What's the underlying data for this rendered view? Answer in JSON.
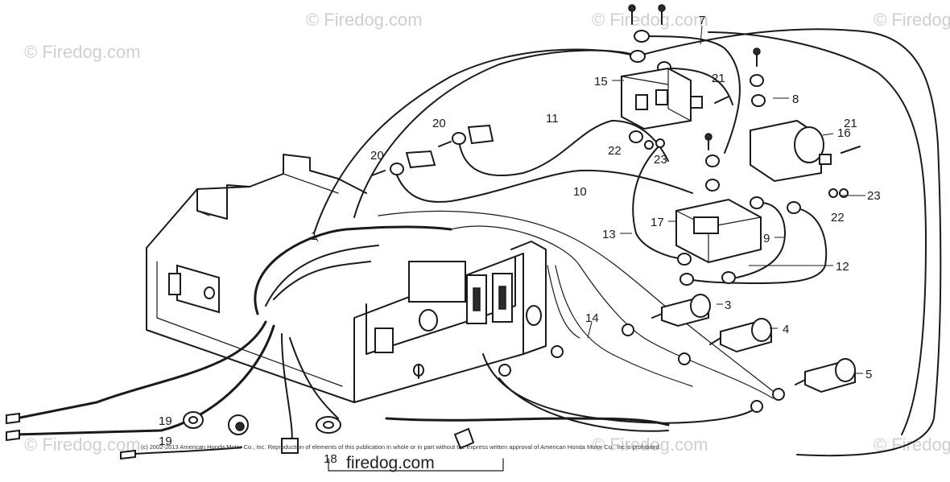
{
  "watermarks": [
    "© Firedog.com",
    "© Firedog.com",
    "© Firedog.com",
    "© Firedog.com",
    "© Firedog.com",
    "© Firedog.com",
    "© Firedog.com"
  ],
  "brand_text": "firedog.com",
  "copyright": "(c) 2002-2013 American Honda Motor Co., Inc. Reproduction of elements of this publication in whole or in part without the express written approval of American Honda Motor Co., Inc is prohibited.",
  "callouts": {
    "c1": "1",
    "c3": "3",
    "c4": "4",
    "c5": "5",
    "c7": "7",
    "c8": "8",
    "c9": "9",
    "c10": "10",
    "c11": "11",
    "c12": "12",
    "c13": "13",
    "c14": "14",
    "c15": "15",
    "c16": "16",
    "c17": "17",
    "c18": "18",
    "c19a": "19",
    "c19b": "19",
    "c20a": "20",
    "c20b": "20",
    "c21a": "21",
    "c21b": "21",
    "c22a": "22",
    "c22b": "22",
    "c23a": "23",
    "c23b": "23"
  }
}
